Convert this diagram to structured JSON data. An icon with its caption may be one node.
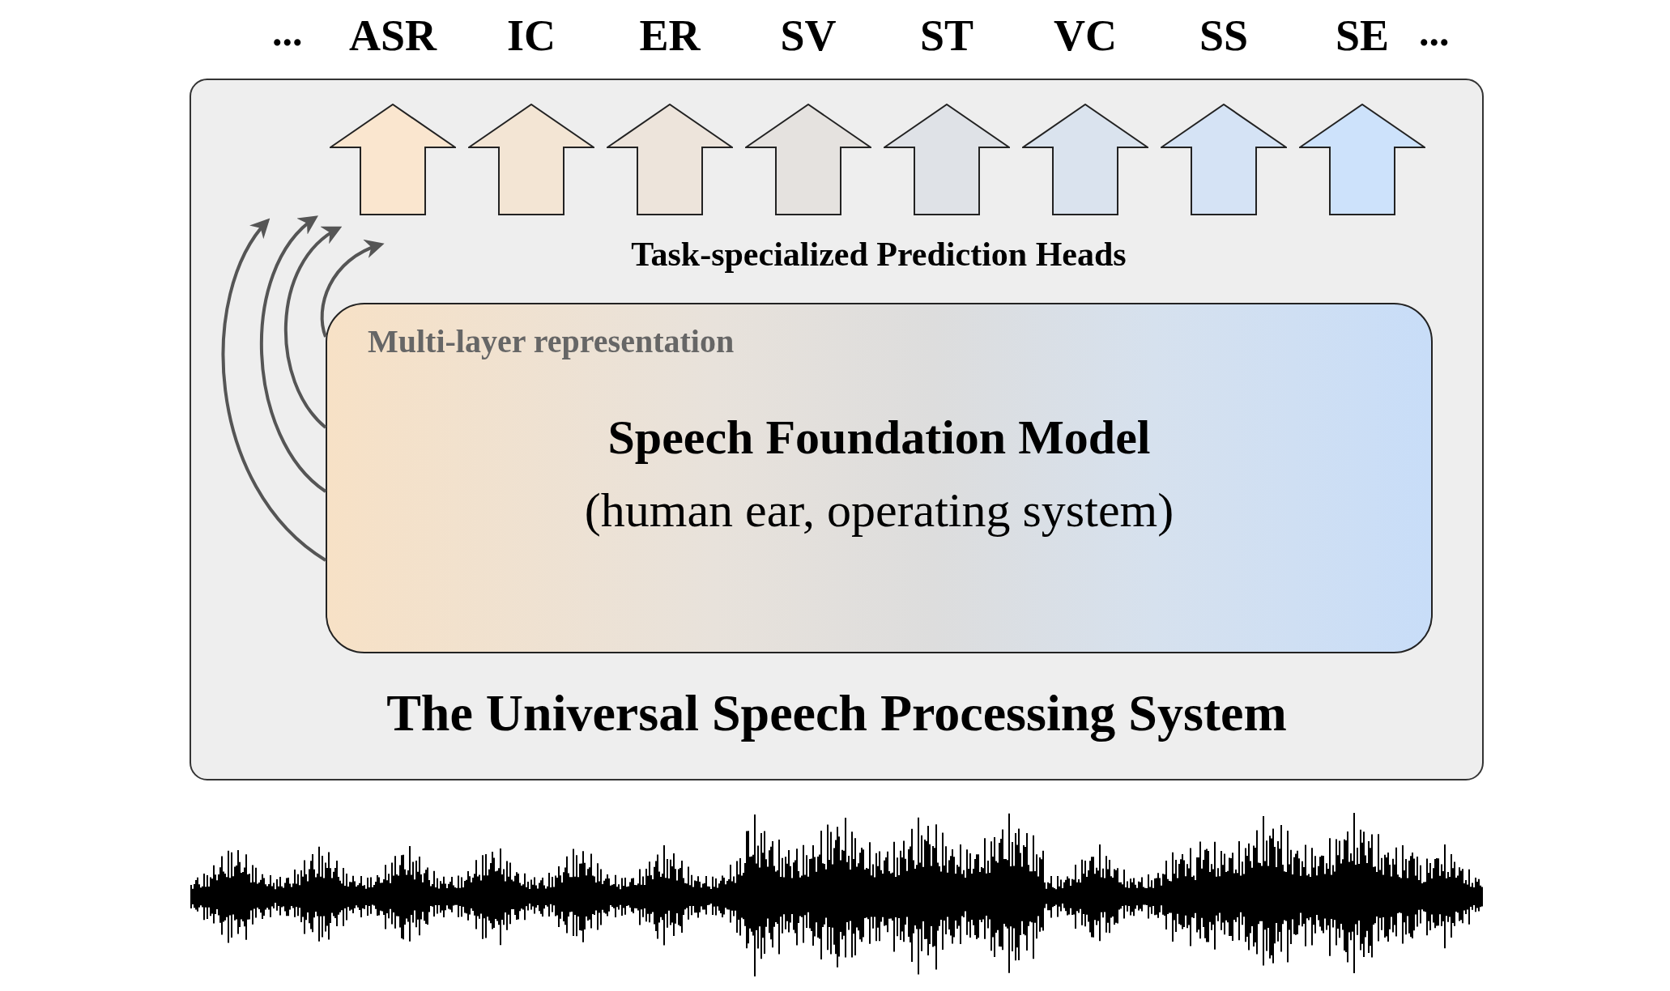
{
  "diagram": {
    "nodes": [
      {
        "text": [
          "The Universal Speech Processing System"
        ]
      },
      {
        "text": [
          "ASR"
        ]
      },
      {
        "text": [
          "IC"
        ]
      },
      {
        "text": [
          "ER"
        ]
      },
      {
        "text": [
          "SV"
        ]
      },
      {
        "text": [
          "ST"
        ]
      },
      {
        "text": [
          "VC"
        ]
      },
      {
        "text": [
          "SS"
        ]
      },
      {
        "text": [
          "SE"
        ]
      },
      {
        "text": [
          "Multi-layer representation",
          "Speech Foundation Model",
          "(human ear, operating system)"
        ],
        "in": 0
      }
    ],
    "edges": [
      {
        "from": 9,
        "to": null,
        "arrow": "to",
        "color": "#555555"
      },
      {
        "from": 9,
        "to": null,
        "arrow": "to",
        "color": "#555555"
      },
      {
        "from": 9,
        "to": null,
        "arrow": "to",
        "color": "#555555"
      },
      {
        "from": 9,
        "to": null,
        "arrow": "to",
        "color": "#555555"
      }
    ],
    "labels": [
      "...",
      "...",
      "Task-specialized Prediction Heads"
    ]
  }
}
